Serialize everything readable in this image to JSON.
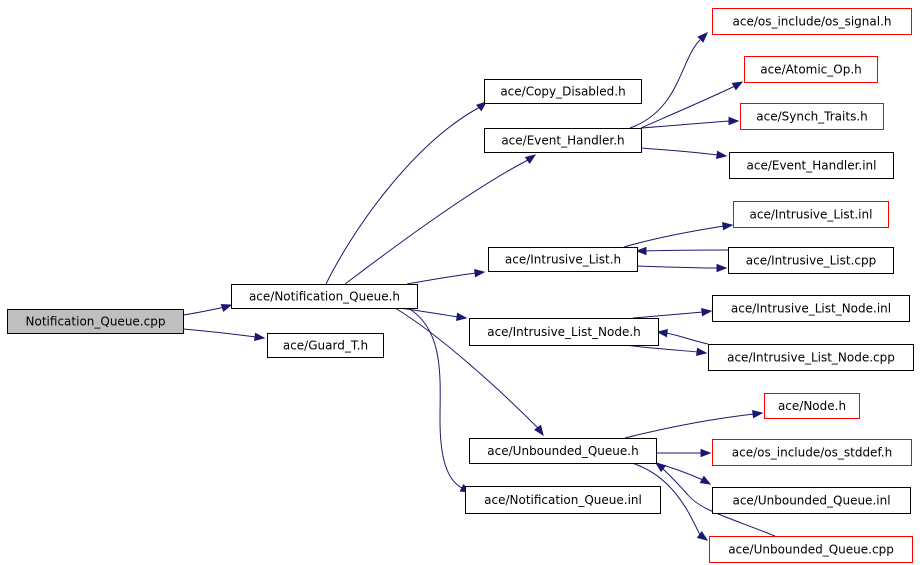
{
  "graph": {
    "colors": {
      "edge": "#191970",
      "normal_border": "#000000",
      "missing_border": "#ff0000",
      "root_fill": "#bfbfbf",
      "fill": "#ffffff",
      "text": "#000000"
    },
    "nodes": [
      {
        "id": "n0",
        "label": "Notification_Queue.cpp",
        "style": "root"
      },
      {
        "id": "n1",
        "label": "ace/Notification_Queue.h",
        "style": "normal"
      },
      {
        "id": "n2",
        "label": "ace/Guard_T.h",
        "style": "normal"
      },
      {
        "id": "n3",
        "label": "ace/Copy_Disabled.h",
        "style": "normal"
      },
      {
        "id": "n4",
        "label": "ace/Event_Handler.h",
        "style": "normal"
      },
      {
        "id": "n5",
        "label": "ace/Intrusive_List.h",
        "style": "normal"
      },
      {
        "id": "n6",
        "label": "ace/Intrusive_List_Node.h",
        "style": "normal"
      },
      {
        "id": "n7",
        "label": "ace/Unbounded_Queue.h",
        "style": "normal"
      },
      {
        "id": "n8",
        "label": "ace/Notification_Queue.inl",
        "style": "normal"
      },
      {
        "id": "n9",
        "label": "ace/os_include/os_signal.h",
        "style": "missing"
      },
      {
        "id": "n10",
        "label": "ace/Atomic_Op.h",
        "style": "missing"
      },
      {
        "id": "n11",
        "label": "ace/Synch_Traits.h",
        "style": "missing"
      },
      {
        "id": "n12",
        "label": "ace/Event_Handler.inl",
        "style": "normal"
      },
      {
        "id": "n13",
        "label": "ace/Intrusive_List.inl",
        "style": "missing"
      },
      {
        "id": "n14",
        "label": "ace/Intrusive_List.cpp",
        "style": "normal"
      },
      {
        "id": "n15",
        "label": "ace/Intrusive_List_Node.inl",
        "style": "normal"
      },
      {
        "id": "n16",
        "label": "ace/Intrusive_List_Node.cpp",
        "style": "normal"
      },
      {
        "id": "n17",
        "label": "ace/Node.h",
        "style": "missing"
      },
      {
        "id": "n18",
        "label": "ace/os_include/os_stddef.h",
        "style": "missing"
      },
      {
        "id": "n19",
        "label": "ace/Unbounded_Queue.inl",
        "style": "normal"
      },
      {
        "id": "n20",
        "label": "ace/Unbounded_Queue.cpp",
        "style": "missing"
      }
    ],
    "edges": [
      {
        "from": "n0",
        "to": "n1"
      },
      {
        "from": "n0",
        "to": "n2"
      },
      {
        "from": "n1",
        "to": "n3"
      },
      {
        "from": "n1",
        "to": "n4"
      },
      {
        "from": "n1",
        "to": "n5"
      },
      {
        "from": "n1",
        "to": "n6"
      },
      {
        "from": "n1",
        "to": "n7"
      },
      {
        "from": "n1",
        "to": "n8"
      },
      {
        "from": "n4",
        "to": "n9"
      },
      {
        "from": "n4",
        "to": "n10"
      },
      {
        "from": "n4",
        "to": "n11"
      },
      {
        "from": "n4",
        "to": "n12"
      },
      {
        "from": "n5",
        "to": "n13"
      },
      {
        "from": "n5",
        "to": "n14"
      },
      {
        "from": "n14",
        "to": "n5"
      },
      {
        "from": "n6",
        "to": "n15"
      },
      {
        "from": "n6",
        "to": "n16"
      },
      {
        "from": "n16",
        "to": "n6"
      },
      {
        "from": "n7",
        "to": "n17"
      },
      {
        "from": "n7",
        "to": "n18"
      },
      {
        "from": "n7",
        "to": "n19"
      },
      {
        "from": "n7",
        "to": "n20"
      },
      {
        "from": "n20",
        "to": "n7"
      }
    ]
  }
}
